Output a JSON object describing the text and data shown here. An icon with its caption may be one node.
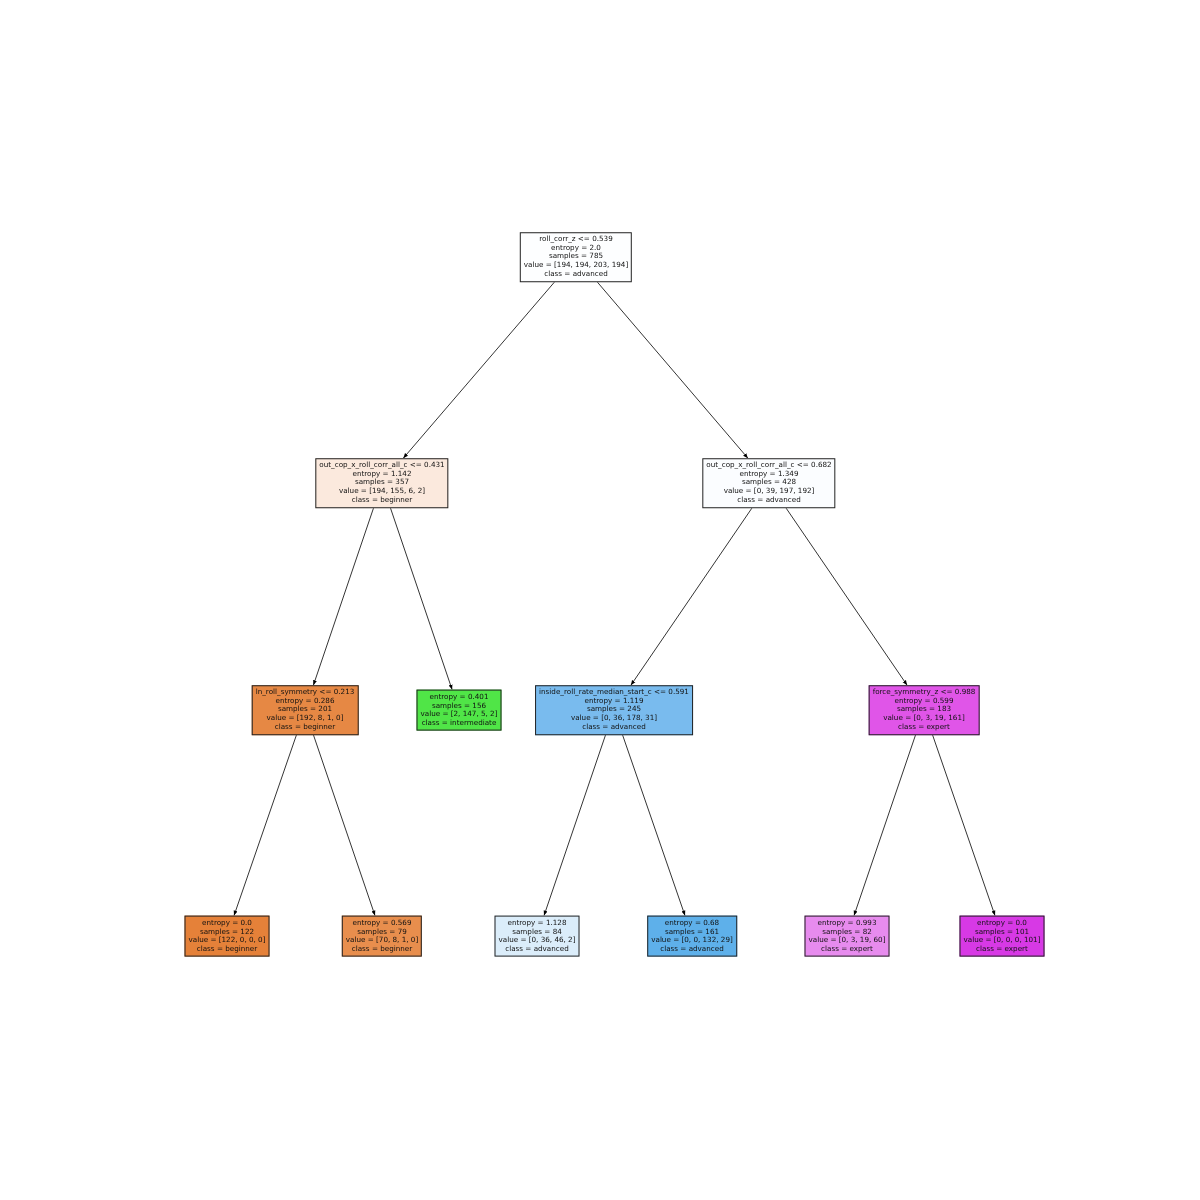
{
  "diagram": {
    "nodes": [
      {
        "text": [
          "roll_corr_z <= 0.539",
          "entropy = 2.0",
          "samples = 785",
          "value = [194, 194, 203, 194]",
          "class = advanced"
        ]
      },
      {
        "text": [
          "out_cop_x_roll_corr_all_c <= 0.431",
          "entropy = 1.142",
          "samples = 357",
          "value = [194, 155, 6, 2]",
          "class = beginner"
        ]
      },
      {
        "text": [
          "out_cop_x_roll_corr_all_c <= 0.682",
          "entropy = 1.349",
          "samples = 428",
          "value = [0, 39, 197, 192]",
          "class = advanced"
        ]
      },
      {
        "text": [
          "ln_roll_symmetry <= 0.213",
          "entropy = 0.286",
          "samples = 201",
          "value = [192, 8, 1, 0]",
          "class = beginner"
        ]
      },
      {
        "text": [
          "entropy = 0.401",
          "samples = 156",
          "value = [2, 147, 5, 2]",
          "class = intermediate"
        ]
      },
      {
        "text": [
          "inside_roll_rate_median_start_c <= 0.591",
          "entropy = 1.119",
          "samples = 245",
          "value = [0, 36, 178, 31]",
          "class = advanced"
        ]
      },
      {
        "text": [
          "force_symmetry_z <= 0.988",
          "entropy = 0.599",
          "samples = 183",
          "value = [0, 3, 19, 161]",
          "class = expert"
        ]
      },
      {
        "text": [
          "entropy = 0.0",
          "samples = 122",
          "value = [122, 0, 0, 0]",
          "class = beginner"
        ]
      },
      {
        "text": [
          "entropy = 0.569",
          "samples = 79",
          "value = [70, 8, 1, 0]",
          "class = beginner"
        ]
      },
      {
        "text": [
          "entropy = 1.128",
          "samples = 84",
          "value = [0, 36, 46, 2]",
          "class = advanced"
        ]
      },
      {
        "text": [
          "entropy = 0.68",
          "samples = 161",
          "value = [0, 0, 132, 29]",
          "class = advanced"
        ]
      },
      {
        "text": [
          "entropy = 0.993",
          "samples = 82",
          "value = [0, 3, 19, 60]",
          "class = expert"
        ]
      },
      {
        "text": [
          "entropy = 0.0",
          "samples = 101",
          "value = [0, 0, 0, 101]",
          "class = expert"
        ]
      }
    ],
    "edges": [
      {
        "from": 0,
        "to": 1,
        "arrow": "to"
      },
      {
        "from": 0,
        "to": 2,
        "arrow": "to"
      },
      {
        "from": 1,
        "to": 3,
        "arrow": "to"
      },
      {
        "from": 1,
        "to": 4,
        "arrow": "to"
      },
      {
        "from": 2,
        "to": 5,
        "arrow": "to"
      },
      {
        "from": 2,
        "to": 6,
        "arrow": "to"
      },
      {
        "from": 3,
        "to": 7,
        "arrow": "to"
      },
      {
        "from": 3,
        "to": 8,
        "arrow": "to"
      },
      {
        "from": 5,
        "to": 9,
        "arrow": "to"
      },
      {
        "from": 5,
        "to": 10,
        "arrow": "to"
      },
      {
        "from": 6,
        "to": 11,
        "arrow": "to"
      },
      {
        "from": 6,
        "to": 12,
        "arrow": "to"
      }
    ]
  }
}
